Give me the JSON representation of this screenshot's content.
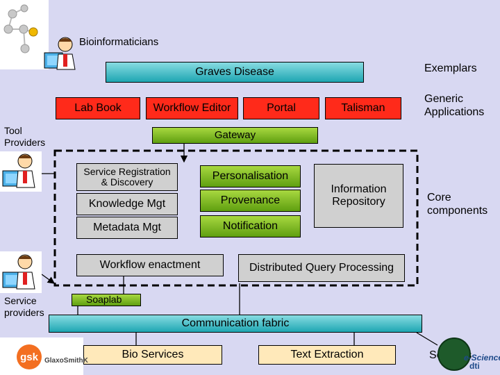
{
  "top_label": "Bioinformaticians",
  "exemplars": {
    "label": "Exemplars",
    "box": "Graves Disease"
  },
  "generic_apps": {
    "label_line1": "Generic",
    "label_line2": "Applications",
    "items": [
      "Lab Book",
      "Workflow Editor",
      "Portal",
      "Talisman"
    ]
  },
  "tool_providers": {
    "line1": "Tool",
    "line2": "Providers"
  },
  "gateway": "Gateway",
  "core": {
    "label_line1": "Core",
    "label_line2": "components",
    "service_registration": {
      "line1": "Service Registration",
      "line2": "& Discovery"
    },
    "knowledge": "Knowledge Mgt",
    "metadata": "Metadata Mgt",
    "personalisation": "Personalisation",
    "provenance": "Provenance",
    "notification": "Notification",
    "info_repo": {
      "line1": "Information",
      "line2": "Repository"
    },
    "workflow_enactment": "Workflow enactment",
    "dqp": "Distributed Query Processing"
  },
  "service_providers": {
    "line1": "Service",
    "line2": "providers"
  },
  "soaplab": "Soaplab",
  "fabric": "Communication fabric",
  "bio_services": "Bio Services",
  "text_extraction": "Text Extraction",
  "services_label": "Services",
  "logos": {
    "gsk_mark": "gsk",
    "gsk_text": "GlaxoSmithK",
    "escience": "e-Science",
    "dti": "dti"
  },
  "colors": {
    "background": "#d8d8f2",
    "red": "#ff2a1a",
    "green": "#7ab82a",
    "teal": "#1ea6b2",
    "grey": "#d0d0d0",
    "beige": "#ffe9ba"
  }
}
